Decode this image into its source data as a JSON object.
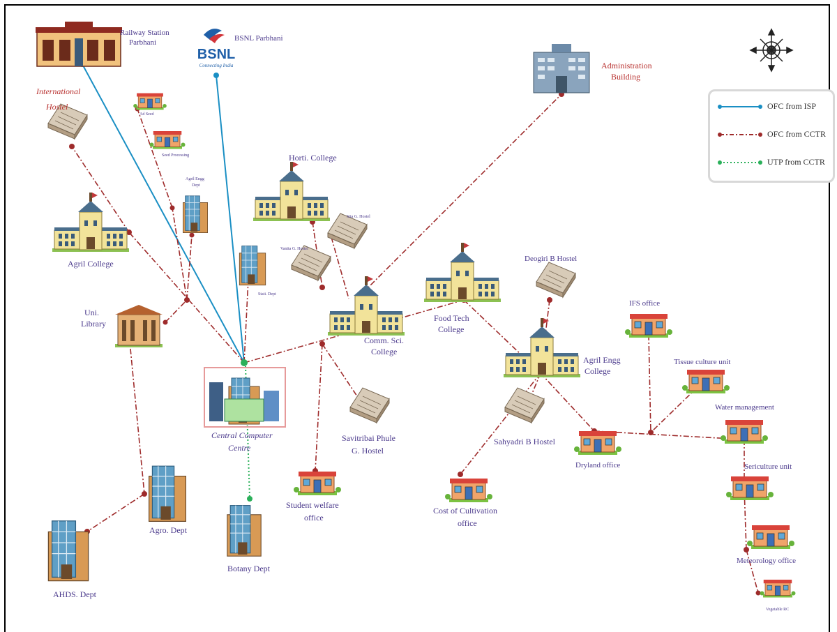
{
  "colors": {
    "isp": "#1a8fc4",
    "cctr_ofc": "#9e2b2b",
    "utp": "#2bb05a",
    "label_purple": "#4b3a8c",
    "label_red": "#b8312f"
  },
  "labels": {
    "railway": [
      "Railway Station",
      "Parbhani"
    ],
    "bsnl": "BSNL Parbhani",
    "bsnl_logo": "BSNL",
    "bsnl_tag": "Connecting India",
    "admin": [
      "Administration",
      "Building"
    ],
    "intl_hostel": [
      "International",
      "Hostel"
    ],
    "ad_seed": "Ad Seed",
    "seed_processing": "Seed Processing",
    "agril_engg_dept": [
      "Agril Engg",
      "Dept"
    ],
    "horti_college": "Horti. College",
    "sita_hostel": "Sita G. Hostel",
    "vanita_hostel": "Vanita G. Hostel",
    "agril_college": "Agril College",
    "stati_dept": "Stati. Dept",
    "uni_library": [
      "Uni.",
      "Library"
    ],
    "comm_sci": [
      "Comm. Sci.",
      "College"
    ],
    "food_tech": [
      "Food Tech",
      "College"
    ],
    "deogiri": "Deogiri B Hostel",
    "agril_engg_college": [
      "Agril Engg",
      "College"
    ],
    "ifs": "IFS office",
    "tissue": "Tissue culture unit",
    "water": "Water management",
    "ccc": [
      "Central Computer",
      "Centre"
    ],
    "savitribai": [
      "Savitribai Phule",
      "G. Hostel"
    ],
    "sahyadri": "Sahyadri B Hostel",
    "dryland": "Dryland office",
    "sericulture": "Sericulture unit",
    "student_welfare": [
      "Student welfare",
      "office"
    ],
    "cost_cultivation": [
      "Cost of Cultivation",
      "office"
    ],
    "agro_dept": "Agro. Dept",
    "botany": "Botany Dept",
    "ahds": "AHDS. Dept",
    "meteorology": "Meteorology office",
    "vegetable": "Vegetable RC"
  },
  "legend": [
    {
      "label": "OFC from ISP",
      "color": "#1a8fc4",
      "style": "solid"
    },
    {
      "label": "OFC from CCTR",
      "color": "#9e2b2b",
      "style": "dashdot"
    },
    {
      "label": "UTP from CCTR",
      "color": "#2bb05a",
      "style": "dotted"
    }
  ],
  "icons": {
    "compass": "compass-rose-icon",
    "building": "building-icon",
    "hostel": "hostel-icon",
    "office": "office-icon"
  }
}
